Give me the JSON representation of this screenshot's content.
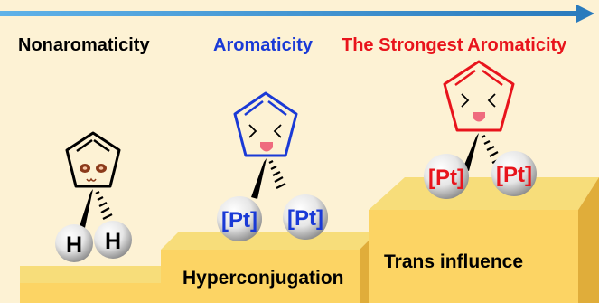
{
  "headings": {
    "nonaromaticity": "Nonaromaticity",
    "aromaticity": "Aromaticity",
    "strongest": "The Strongest Aromaticity"
  },
  "steps": {
    "step2_label": "Hyperconjugation",
    "step3_label": "Trans influence"
  },
  "substituents": {
    "h_left": "H",
    "h_right": "H",
    "pt_mid_left": "[Pt]",
    "pt_mid_right": "[Pt]",
    "pt_top_left": "[Pt]",
    "pt_top_right": "[Pt]"
  },
  "colors": {
    "background": "#fdf2d4",
    "arrow": "#2e86c1",
    "nonaromatic_text": "#000000",
    "aromatic_blue": "#1a3ad6",
    "strongest_red": "#e8141c",
    "step_front": "#fcd464",
    "step_top": "#f7dd7a",
    "step_side": "#e0ad3a",
    "tongue": "#ef6b7e",
    "eye_brown": "#8b3a1a"
  }
}
